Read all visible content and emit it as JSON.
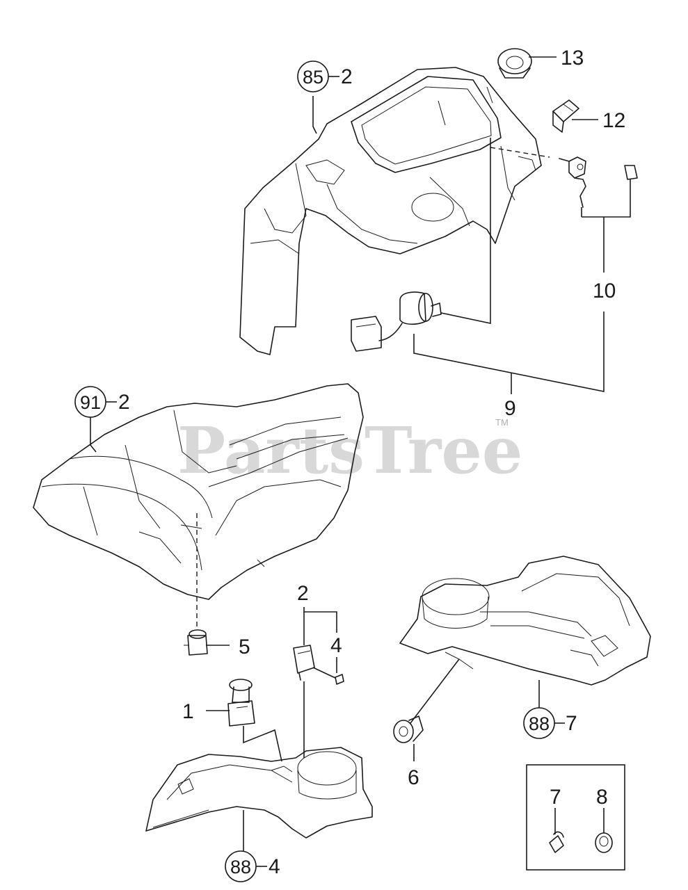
{
  "watermark": {
    "text": "PartsTree",
    "trademark": "TM"
  },
  "callouts": {
    "c1": "1",
    "c2": "2",
    "c4": "4",
    "c5": "5",
    "c6": "6",
    "c7": "7",
    "c8": "8",
    "c9": "9",
    "c10": "10",
    "c12": "12",
    "c13": "13"
  },
  "references": {
    "r85": {
      "ref": "85",
      "sub": "2"
    },
    "r91": {
      "ref": "91",
      "sub": "2"
    },
    "r88a": {
      "ref": "88",
      "sub": "7"
    },
    "r88b": {
      "ref": "88",
      "sub": "4"
    }
  }
}
